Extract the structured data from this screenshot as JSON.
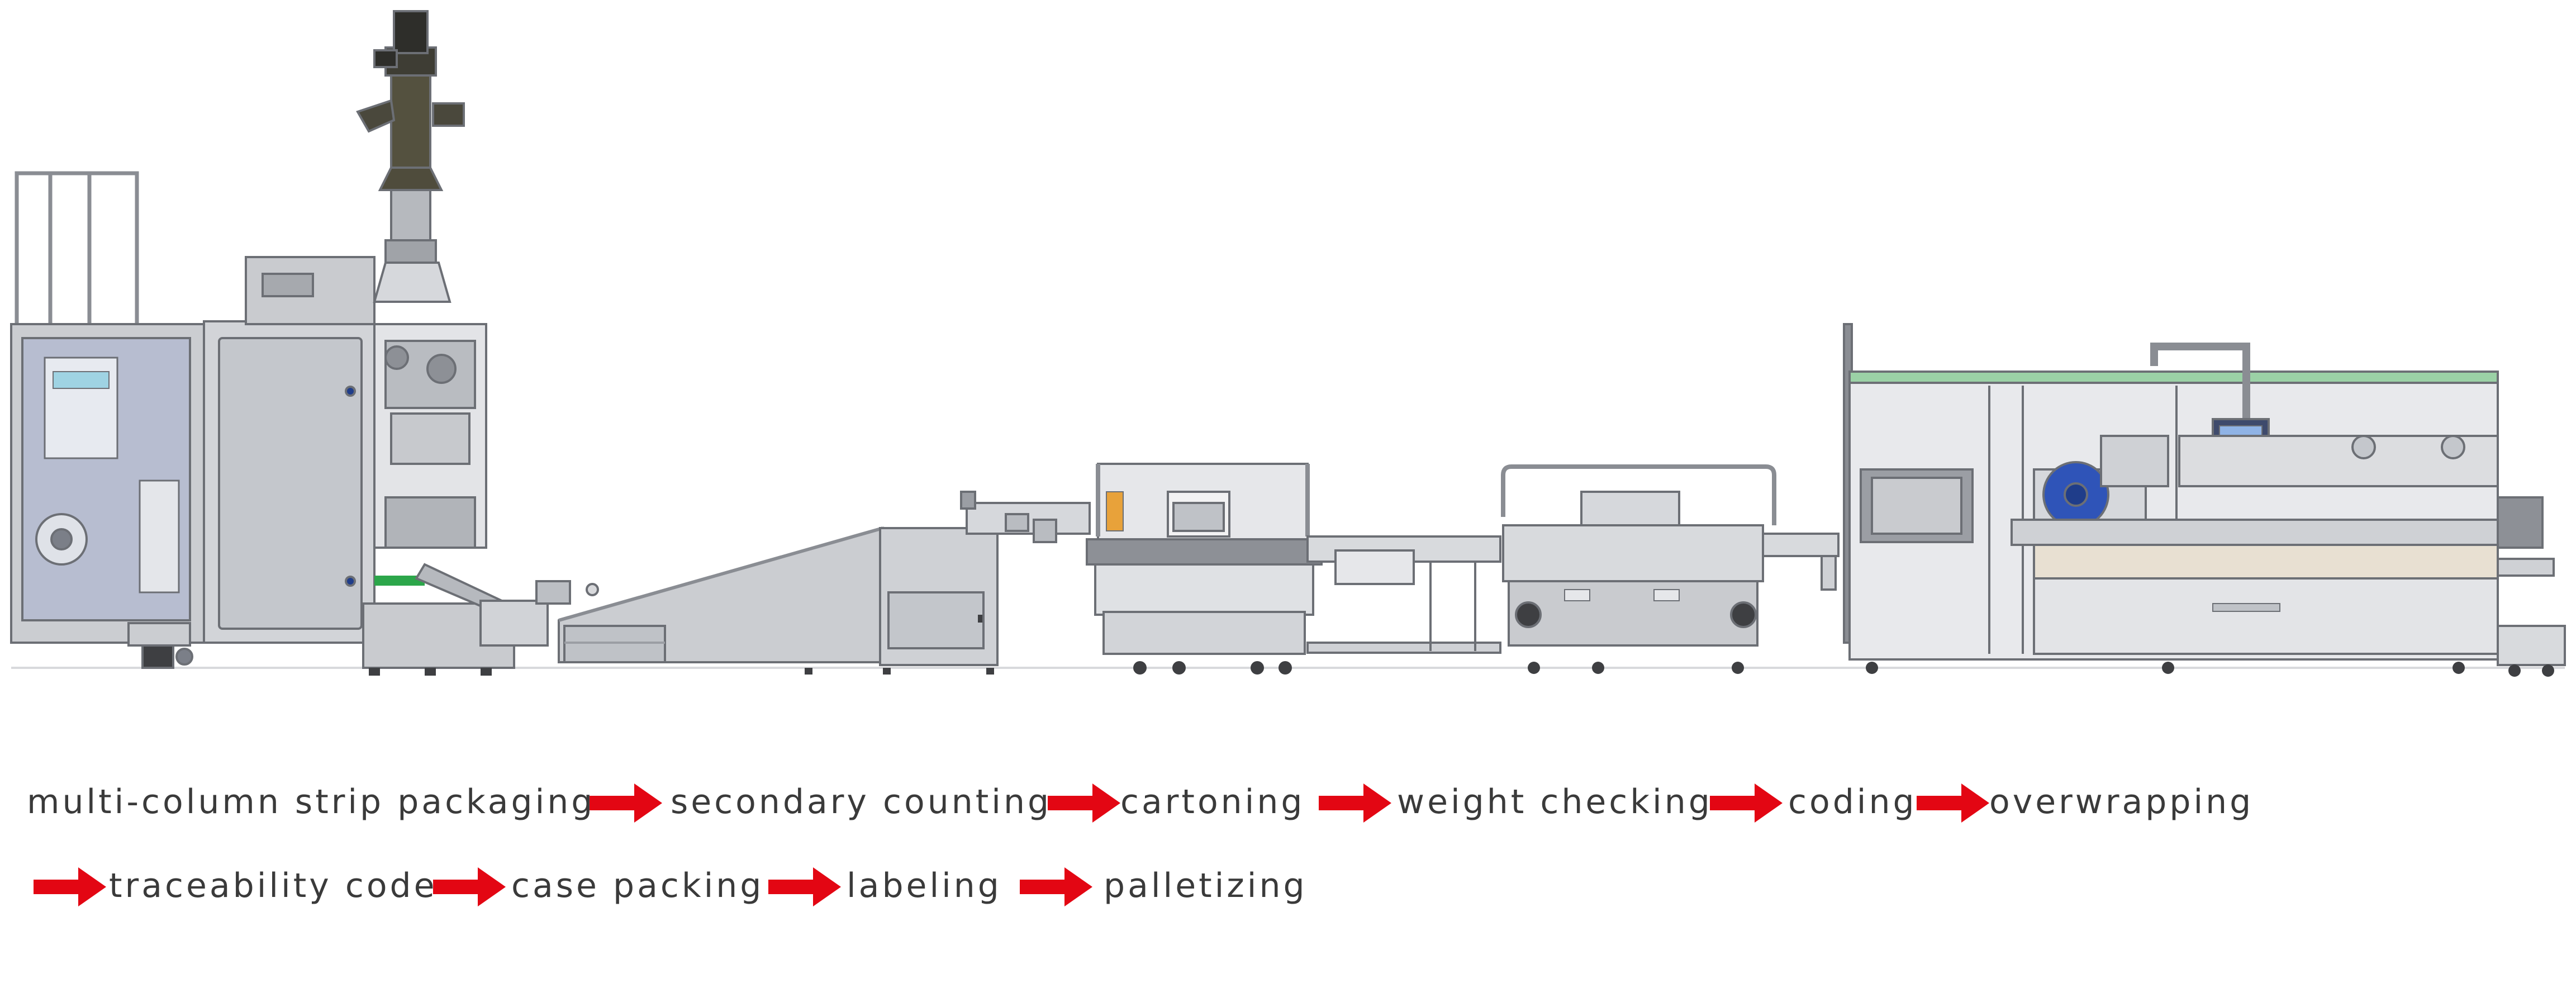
{
  "colors": {
    "arrow": "#e30613",
    "machine_body": "#cbcdd1",
    "machine_panel": "#b7bac0",
    "machine_outline": "#6c6f75",
    "machine_dark": "#3e3f42",
    "hopper_dark": "#54513f",
    "accent_blue": "#2f54b8",
    "accent_green": "#2ca64a",
    "accent_orange": "#e8a23a",
    "text": "#3a3a3a"
  },
  "process_flow": {
    "steps": [
      "multi-column strip packaging",
      "secondary counting",
      "cartoning",
      "weight checking",
      "coding",
      "overwrapping",
      "traceability code",
      "case packing",
      "labeling",
      "palletizing"
    ],
    "arrow_icon": "right-arrow-icon"
  }
}
